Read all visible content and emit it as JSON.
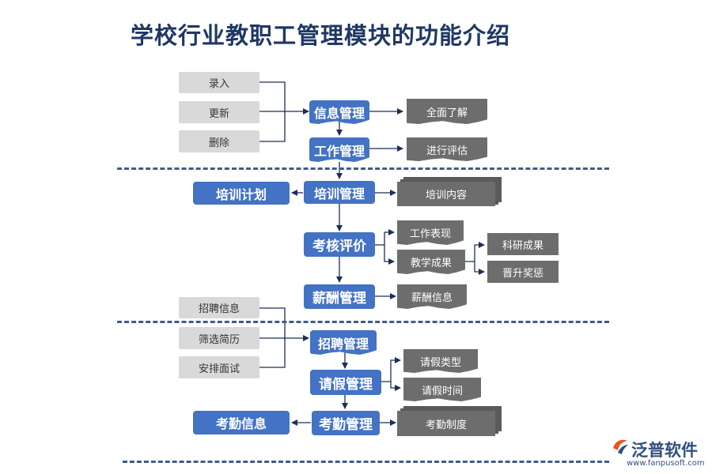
{
  "title": "学校行业教职工管理模块的功能介绍",
  "inputs_top": [
    "录入",
    "更新",
    "删除"
  ],
  "inputs_bottom": [
    "招聘信息",
    "筛选简历",
    "安排面试"
  ],
  "modules": {
    "info": "信息管理",
    "work": "工作管理",
    "training": "培训管理",
    "assessment": "考核评价",
    "salary": "薪酬管理",
    "recruit": "招聘管理",
    "leave": "请假管理",
    "attendance": "考勤管理"
  },
  "outputs": {
    "info": "全面了解",
    "work": "进行评估",
    "training": "培训内容",
    "assess_1": "工作表现",
    "assess_2": "教学成果",
    "teach_1": "科研成果",
    "teach_2": "晋升奖惩",
    "salary": "薪酬信息",
    "leave_1": "请假类型",
    "leave_2": "请假时间",
    "attendance": "考勤制度"
  },
  "side_nodes": {
    "training_plan": "培训计划",
    "attendance_info": "考勤信息"
  },
  "logo": {
    "name": "泛普软件",
    "url": "www.fanpusoft.com",
    "colors": [
      "#e8541c",
      "#2f4f7f"
    ]
  },
  "colors": {
    "primary": "#4472c4",
    "input_gray": "#d9d9d9",
    "output_dark": "#6d6d6d",
    "line": "#1f2d5a",
    "title": "#1f3864"
  }
}
